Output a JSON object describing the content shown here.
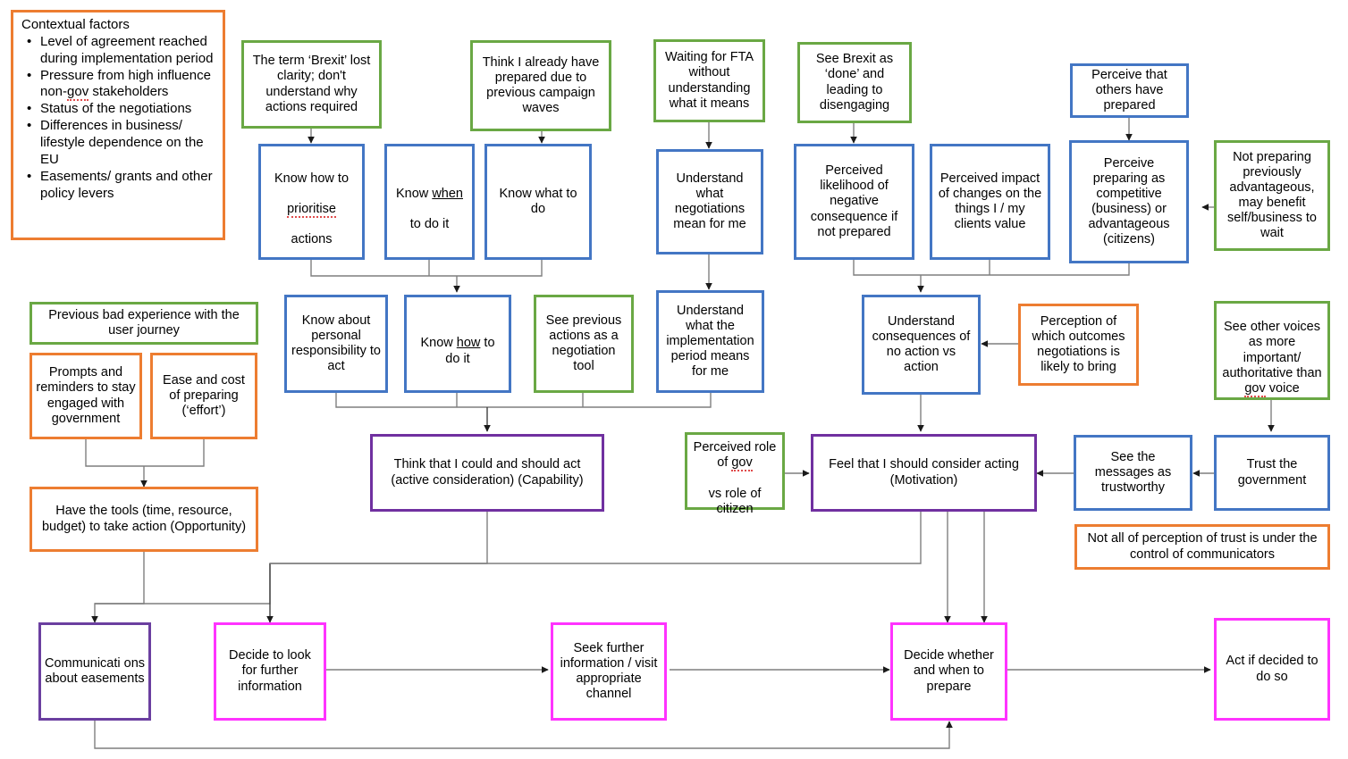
{
  "title": "Brexit preparation behavioural model flowchart",
  "legend_colors": {
    "green": "#6AA844",
    "blue": "#4376C4",
    "orange": "#ED7D31",
    "purple": "#7030A0",
    "dark_purple": "#6B3FA0",
    "pink": "#FF33FF",
    "connector": "#7f7f7f"
  },
  "context_box": {
    "heading": "Contextual factors",
    "items": [
      "Level of agreement reached during implementation period",
      "Pressure from high influence non-gov stakeholders",
      "Status of the negotiations",
      "Differences in business/ lifestyle dependence on the EU",
      "Easements/ grants and other policy levers"
    ],
    "misspelled_word": "gov"
  },
  "nodes": {
    "brexit_term": "The term ‘Brexit’ lost clarity; don't understand why actions required",
    "already_prepared": "Think I already have prepared due to previous campaign waves",
    "waiting_fta": "Waiting for FTA without understanding what it means",
    "brexit_done": "See Brexit as ‘done’ and leading to disengaging",
    "others_prepared": "Perceive that others have prepared",
    "not_preparing_adv": "Not preparing previously advantageous, may benefit self/business to wait",
    "know_prioritise_a": "Know how to",
    "know_prioritise_b": "prioritise",
    "know_prioritise_c": "actions",
    "know_when_a": "Know ",
    "know_when_b": "when",
    "know_when_c": "to do it",
    "know_what": "Know what to do",
    "understand_negotiations": "Understand what negotiations mean for me",
    "perceived_likelihood": "Perceived likelihood of negative consequence if not prepared",
    "perceived_impact": "Perceived impact of changes on the things I / my clients value",
    "perceive_competitive": "Perceive preparing as competitive (business) or advantageous (citizens)",
    "prev_bad_experience": "Previous bad experience with the user journey",
    "prompts_reminders": "Prompts and reminders to stay engaged with government",
    "ease_cost": "Ease and cost of preparing (‘effort’)",
    "have_tools": "Have the tools (time, resource, budget) to take action (Opportunity)",
    "know_personal_resp": "Know about personal responsibility to act",
    "know_how_a": "Know ",
    "know_how_b": "how",
    "know_how_c": " to\ndo it",
    "see_previous_actions": "See previous actions as a negotiation tool",
    "understand_implementation": "Understand what the implementation period means for me",
    "understand_consequences": "Understand consequences of no action vs action",
    "perception_outcomes": "Perception of which outcomes negotiations is likely to bring",
    "see_other_voices_a": "See other voices as more important/ authoritative than ",
    "see_other_voices_b": "gov",
    "see_other_voices_c": " voice",
    "think_could_should": "Think that I could and should act (active consideration) (Capability)",
    "perceived_role_a": "Perceived role of ",
    "perceived_role_b": "gov",
    "perceived_role_c": "vs role of citizen",
    "feel_should_act": "Feel that I should consider acting (Motivation)",
    "see_messages_trustworthy": "See the messages as trustworthy",
    "trust_government": "Trust the government",
    "not_all_trust": "Not all of perception of trust is under the control of communicators",
    "communications_easements": "Communicati ons about easements",
    "decide_look_further": "Decide to look for further information",
    "seek_further_info": "Seek further information / visit appropriate channel",
    "decide_whether_when": "Decide whether and when to prepare",
    "act_if_decided": "Act if decided to do so"
  }
}
